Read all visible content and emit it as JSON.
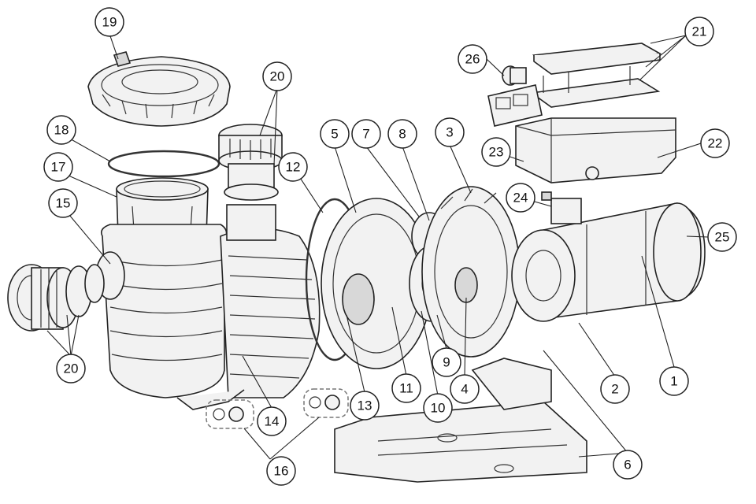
{
  "callouts": [
    {
      "id": "c1",
      "label": "1"
    },
    {
      "id": "c2",
      "label": "2"
    },
    {
      "id": "c3",
      "label": "3"
    },
    {
      "id": "c4",
      "label": "4"
    },
    {
      "id": "c5",
      "label": "5"
    },
    {
      "id": "c6",
      "label": "6"
    },
    {
      "id": "c7",
      "label": "7"
    },
    {
      "id": "c8",
      "label": "8"
    },
    {
      "id": "c9",
      "label": "9"
    },
    {
      "id": "c10",
      "label": "10"
    },
    {
      "id": "c11",
      "label": "11"
    },
    {
      "id": "c12",
      "label": "12"
    },
    {
      "id": "c13",
      "label": "13"
    },
    {
      "id": "c14",
      "label": "14"
    },
    {
      "id": "c15",
      "label": "15"
    },
    {
      "id": "c16",
      "label": "16"
    },
    {
      "id": "c17",
      "label": "17"
    },
    {
      "id": "c18",
      "label": "18"
    },
    {
      "id": "c19",
      "label": "19"
    },
    {
      "id": "c20a",
      "label": "20"
    },
    {
      "id": "c20b",
      "label": "20"
    },
    {
      "id": "c21",
      "label": "21"
    },
    {
      "id": "c22",
      "label": "22"
    },
    {
      "id": "c23",
      "label": "23"
    },
    {
      "id": "c24",
      "label": "24"
    },
    {
      "id": "c25",
      "label": "25"
    },
    {
      "id": "c26",
      "label": "26"
    }
  ]
}
